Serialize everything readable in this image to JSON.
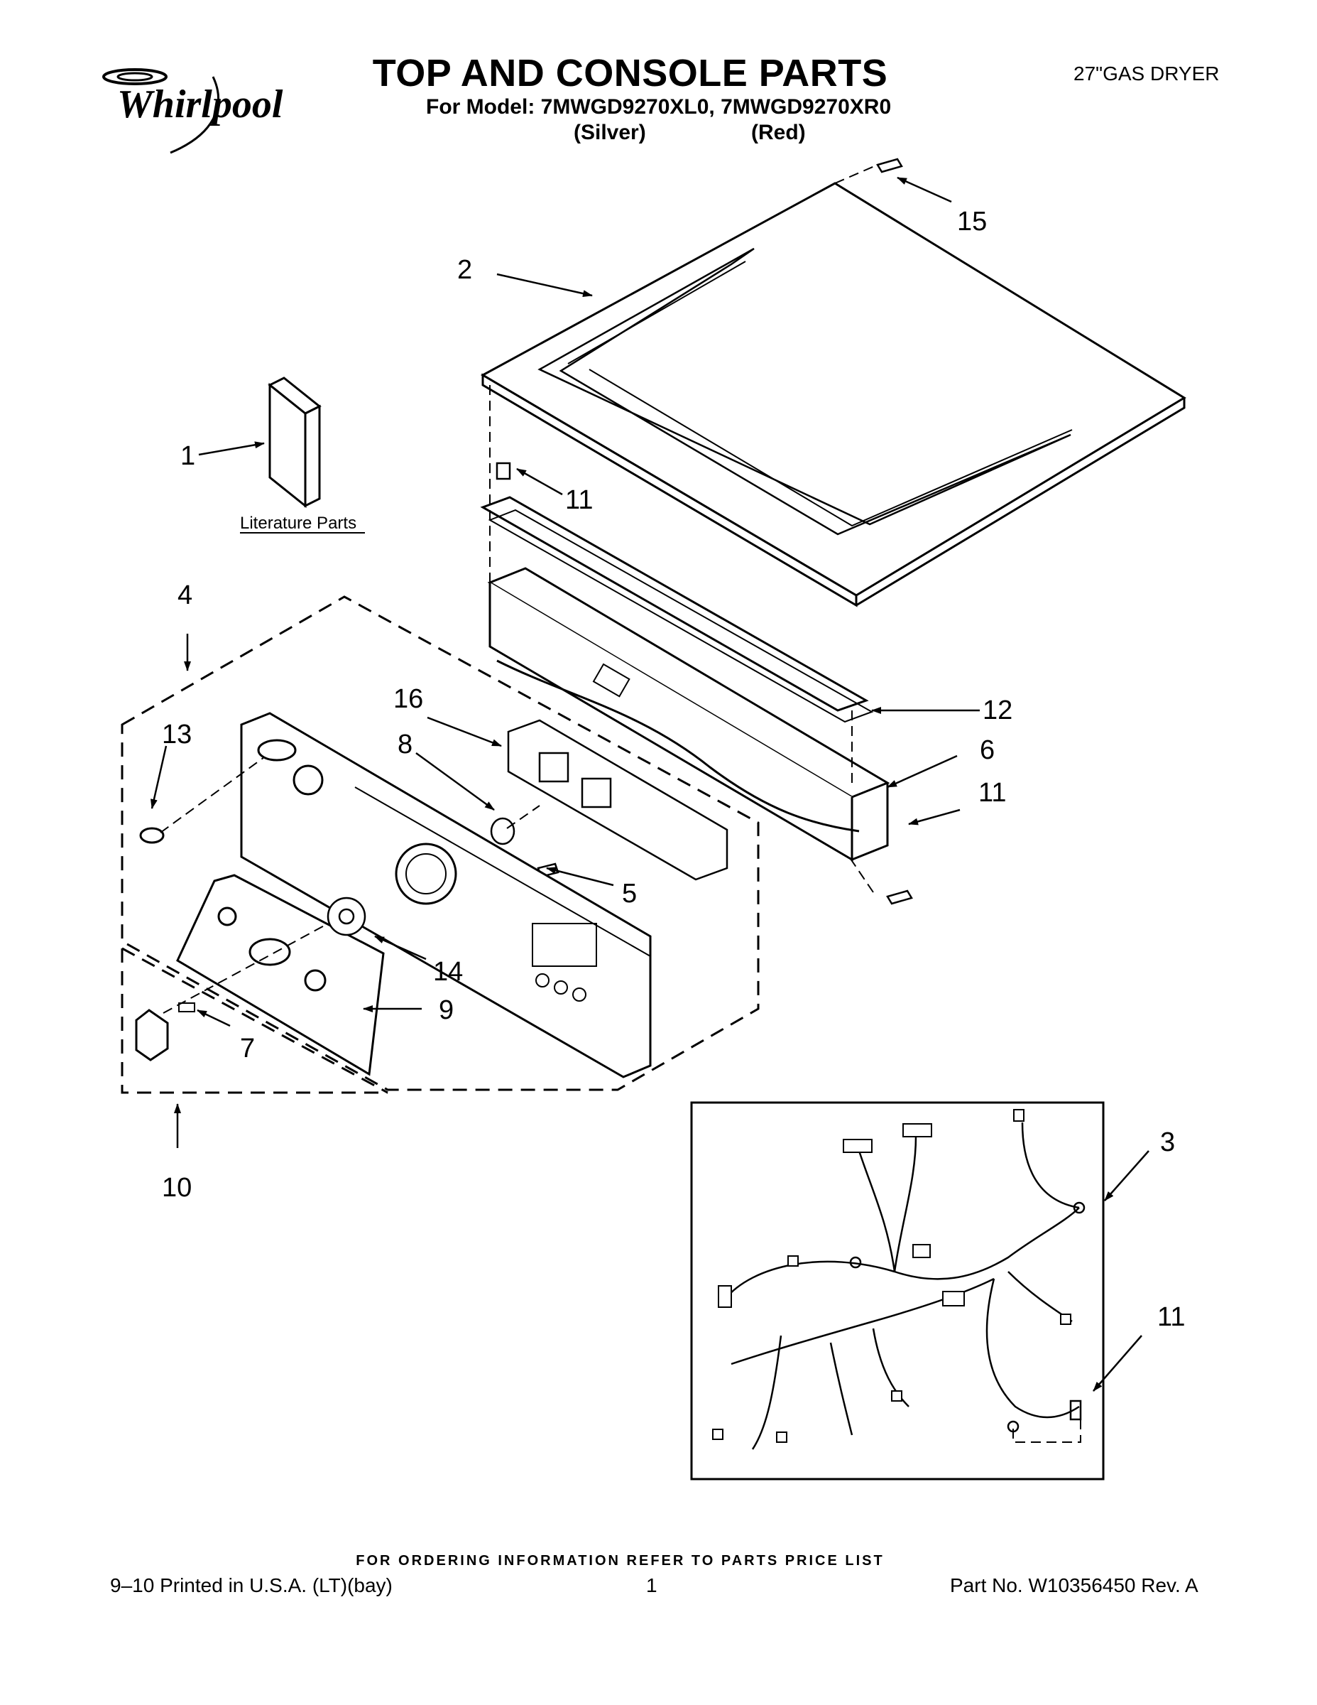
{
  "brand": {
    "logo_text": "Whirlpool"
  },
  "header": {
    "title": "TOP AND CONSOLE PARTS",
    "model_line": "For Model: 7MWGD9270XL0, 7MWGD9270XR0",
    "color_silver": "(Silver)",
    "color_red": "(Red)",
    "product": "27\"GAS DRYER"
  },
  "callouts": {
    "c1": "1",
    "c2": "2",
    "c3": "3",
    "c4": "4",
    "c5": "5",
    "c6": "6",
    "c7": "7",
    "c8": "8",
    "c9": "9",
    "c10": "10",
    "c11a": "11",
    "c11b": "11",
    "c11c": "11",
    "c12": "12",
    "c13": "13",
    "c14": "14",
    "c15": "15",
    "c16": "16"
  },
  "literature_label": "Literature Parts",
  "footer": {
    "ordering": "FOR ORDERING INFORMATION REFER TO PARTS PRICE LIST",
    "printed": "9–10 Printed in U.S.A. (LT)(bay)",
    "page": "1",
    "part_no": "Part No. W10356450 Rev. A"
  }
}
